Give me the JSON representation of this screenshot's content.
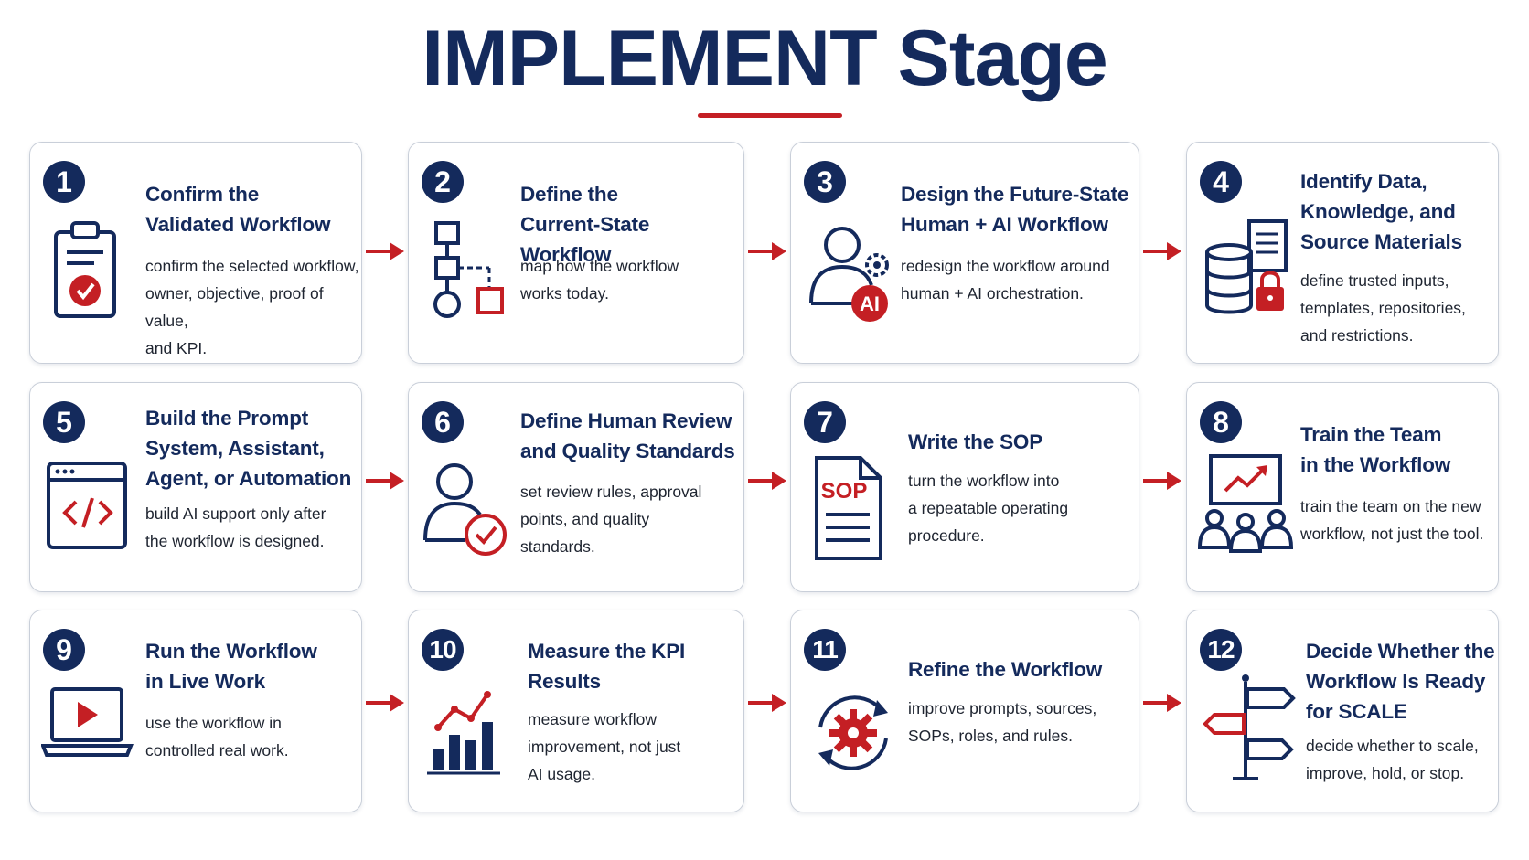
{
  "header": {
    "title": "IMPLEMENT Stage"
  },
  "colors": {
    "navy": "#142a5c",
    "red": "#c41f24",
    "border": "#c9cfd9"
  },
  "steps": [
    {
      "number": "1",
      "icon": "clipboard-check-icon",
      "title": "Confirm the\nValidated Workflow",
      "description": "confirm the selected workflow,\nowner, objective, proof of value,\nand KPI."
    },
    {
      "number": "2",
      "icon": "flowchart-icon",
      "title": "Define the\nCurrent-State Workflow",
      "description": "map how the workflow\nworks today."
    },
    {
      "number": "3",
      "icon": "human-ai-icon",
      "title": "Design the Future-State\nHuman + AI Workflow",
      "description": "redesign the workflow around\nhuman + AI orchestration."
    },
    {
      "number": "4",
      "icon": "database-document-lock-icon",
      "title": "Identify Data,\nKnowledge, and\nSource Materials",
      "description": "define trusted inputs,\ntemplates, repositories,\nand restrictions."
    },
    {
      "number": "5",
      "icon": "code-window-icon",
      "title": "Build the Prompt\nSystem, Assistant,\nAgent, or Automation",
      "description": "build AI support only after\nthe workflow is designed."
    },
    {
      "number": "6",
      "icon": "person-check-icon",
      "title": "Define Human Review\nand Quality Standards",
      "description": "set review rules, approval\npoints, and quality\nstandards."
    },
    {
      "number": "7",
      "icon": "sop-document-icon",
      "title": "Write the SOP",
      "description": "turn the workflow into\na repeatable operating\nprocedure."
    },
    {
      "number": "8",
      "icon": "team-training-icon",
      "title": "Train the Team\nin the Workflow",
      "description": "train the team on the new\nworkflow, not just the tool."
    },
    {
      "number": "9",
      "icon": "laptop-play-icon",
      "title": "Run the Workflow\nin Live Work",
      "description": "use the workflow in\ncontrolled real work."
    },
    {
      "number": "10",
      "icon": "bar-chart-trend-icon",
      "title": "Measure the KPI\nResults",
      "description": "measure workflow\nimprovement, not just\nAI usage."
    },
    {
      "number": "11",
      "icon": "gear-cycle-icon",
      "title": "Refine the Workflow",
      "description": "improve prompts, sources,\nSOPs, roles, and rules."
    },
    {
      "number": "12",
      "icon": "signpost-icon",
      "title": "Decide Whether the\nWorkflow Is Ready\nfor SCALE",
      "description": "decide whether to scale,\nimprove, hold, or stop."
    }
  ]
}
